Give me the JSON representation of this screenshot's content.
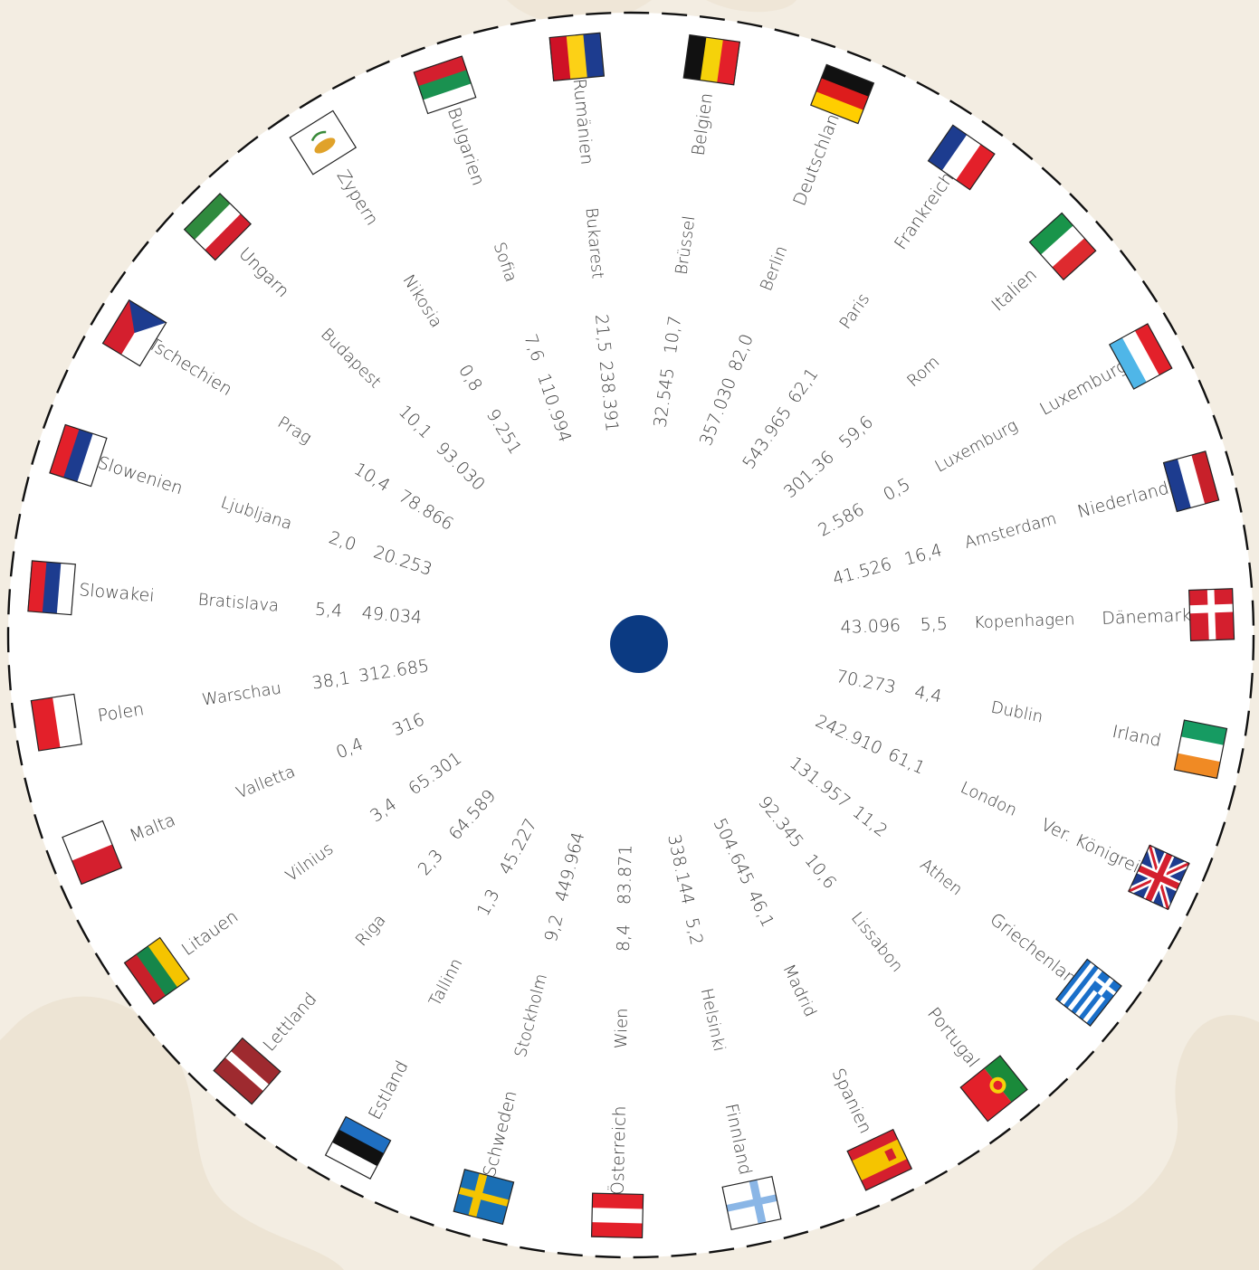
{
  "colors": {
    "background": "#f3ede2",
    "map_shape": "#e8ddc9",
    "disc": "#ffffff",
    "dashed_ring": "#111111",
    "center_dot": "#0b3a82",
    "text": "#3c3c3c"
  },
  "countries": [
    {
      "name": "Belgien",
      "capital": "Brüssel",
      "population": "10,7",
      "area": "32.545",
      "flag": "belgium-flag"
    },
    {
      "name": "Deutschland",
      "capital": "Berlin",
      "population": "82,0",
      "area": "357.030",
      "flag": "germany-flag"
    },
    {
      "name": "Frankreich",
      "capital": "Paris",
      "population": "62,1",
      "area": "543.965",
      "flag": "france-flag"
    },
    {
      "name": "Italien",
      "capital": "Rom",
      "population": "59,6",
      "area": "301.36",
      "flag": "italy-flag"
    },
    {
      "name": "Luxemburg",
      "capital": "Luxemburg",
      "population": "0,5",
      "area": "2.586",
      "flag": "luxembourg-flag"
    },
    {
      "name": "Niederlande",
      "capital": "Amsterdam",
      "population": "16,4",
      "area": "41.526",
      "flag": "netherlands-flag"
    },
    {
      "name": "Dänemark",
      "capital": "Kopenhagen",
      "population": "5,5",
      "area": "43.096",
      "flag": "denmark-flag"
    },
    {
      "name": "Irland",
      "capital": "Dublin",
      "population": "4,4",
      "area": "70.273",
      "flag": "ireland-flag"
    },
    {
      "name": "Ver. Königreich",
      "capital": "London",
      "population": "61,1",
      "area": "242.910",
      "flag": "uk-flag"
    },
    {
      "name": "Griechenland",
      "capital": "Athen",
      "population": "11,2",
      "area": "131.957",
      "flag": "greece-flag"
    },
    {
      "name": "Portugal",
      "capital": "Lissabon",
      "population": "10,6",
      "area": "92.345",
      "flag": "portugal-flag"
    },
    {
      "name": "Spanien",
      "capital": "Madrid",
      "population": "46,1",
      "area": "504.645",
      "flag": "spain-flag"
    },
    {
      "name": "Finnland",
      "capital": "Helsinki",
      "population": "5,2",
      "area": "338.144",
      "flag": "finland-flag"
    },
    {
      "name": "Österreich",
      "capital": "Wien",
      "population": "8,4",
      "area": "83.871",
      "flag": "austria-flag"
    },
    {
      "name": "Schweden",
      "capital": "Stockholm",
      "population": "9,2",
      "area": "449.964",
      "flag": "sweden-flag"
    },
    {
      "name": "Estland",
      "capital": "Tallinn",
      "population": "1,3",
      "area": "45.227",
      "flag": "estonia-flag"
    },
    {
      "name": "Lettland",
      "capital": "Riga",
      "population": "2,3",
      "area": "64.589",
      "flag": "latvia-flag"
    },
    {
      "name": "Litauen",
      "capital": "Vilnius",
      "population": "3,4",
      "area": "65.301",
      "flag": "lithuania-flag"
    },
    {
      "name": "Malta",
      "capital": "Valletta",
      "population": "0,4",
      "area": "316",
      "flag": "malta-flag"
    },
    {
      "name": "Polen",
      "capital": "Warschau",
      "population": "38,1",
      "area": "312.685",
      "flag": "poland-flag"
    },
    {
      "name": "Slowakei",
      "capital": "Bratislava",
      "population": "5,4",
      "area": "49.034",
      "flag": "slovakia-flag"
    },
    {
      "name": "Slowenien",
      "capital": "Ljubljana",
      "population": "2,0",
      "area": "20.253",
      "flag": "slovenia-flag"
    },
    {
      "name": "Tschechien",
      "capital": "Prag",
      "population": "10,4",
      "area": "78.866",
      "flag": "czech-flag"
    },
    {
      "name": "Ungarn",
      "capital": "Budapest",
      "population": "10,1",
      "area": "93.030",
      "flag": "hungary-flag"
    },
    {
      "name": "Zypern",
      "capital": "Nikosia",
      "population": "0,8",
      "area": "9.251",
      "flag": "cyprus-flag"
    },
    {
      "name": "Bulgarien",
      "capital": "Sofia",
      "population": "7,6",
      "area": "110.994",
      "flag": "bulgaria-flag"
    },
    {
      "name": "Rumänien",
      "capital": "Bukarest",
      "population": "21,5",
      "area": "238.391",
      "flag": "romania-flag"
    }
  ]
}
